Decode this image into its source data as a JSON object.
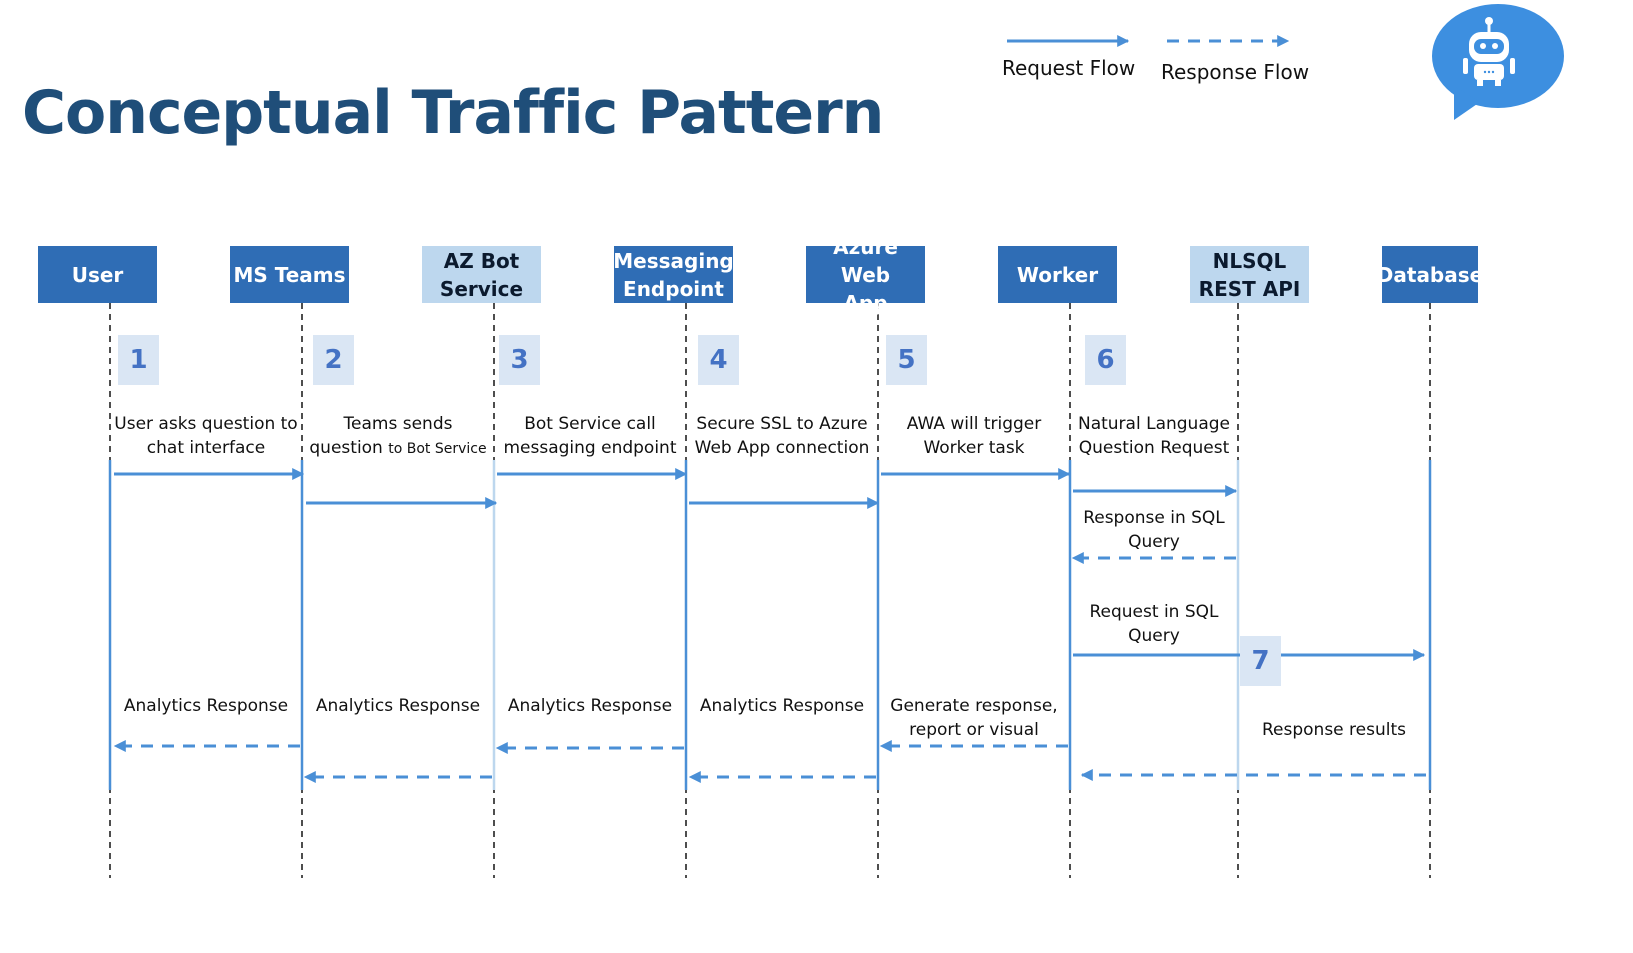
{
  "title": "Conceptual Traffic Pattern",
  "legend": {
    "request_label": "Request Flow",
    "response_label": "Response Flow"
  },
  "actors": [
    {
      "label": "User",
      "style": "dark"
    },
    {
      "label": "MS Teams",
      "style": "dark"
    },
    {
      "label": "AZ Bot\nService",
      "style": "light"
    },
    {
      "label": "Messaging\nEndpoint",
      "style": "dark"
    },
    {
      "label": "Azure Web\nApp",
      "style": "dark"
    },
    {
      "label": "Worker",
      "style": "dark"
    },
    {
      "label": "NLSQL\nREST API",
      "style": "light"
    },
    {
      "label": "Database",
      "style": "dark"
    }
  ],
  "steps": [
    "1",
    "2",
    "3",
    "4",
    "5",
    "6",
    "7"
  ],
  "notes": {
    "n1": "User asks question to chat interface",
    "n2a": "Teams sends",
    "n2b": "question",
    "n2c": "to Bot Service",
    "n3": "Bot Service call messaging endpoint",
    "n4": "Secure SSL to Azure Web App connection",
    "n5": "AWA will trigger Worker task",
    "n6": "Natural Language Question Request",
    "sql_response": "Response in SQL Query",
    "sql_request": "Request in SQL Query",
    "r1": "Analytics Response",
    "r2": "Analytics Response",
    "r3": "Analytics Response",
    "r4": "Analytics Response",
    "r5": "Generate response, report or visual",
    "r6": "Response results"
  },
  "colors": {
    "arrow": "#4a8fd6",
    "title": "#1f4e79",
    "actor_dark": "#2f6db5",
    "actor_light": "#bdd7ee",
    "step_bg": "#dae6f4",
    "step_text": "#4472c4",
    "bot_bubble": "#3d8fe0"
  },
  "icon": "chatbot-icon"
}
